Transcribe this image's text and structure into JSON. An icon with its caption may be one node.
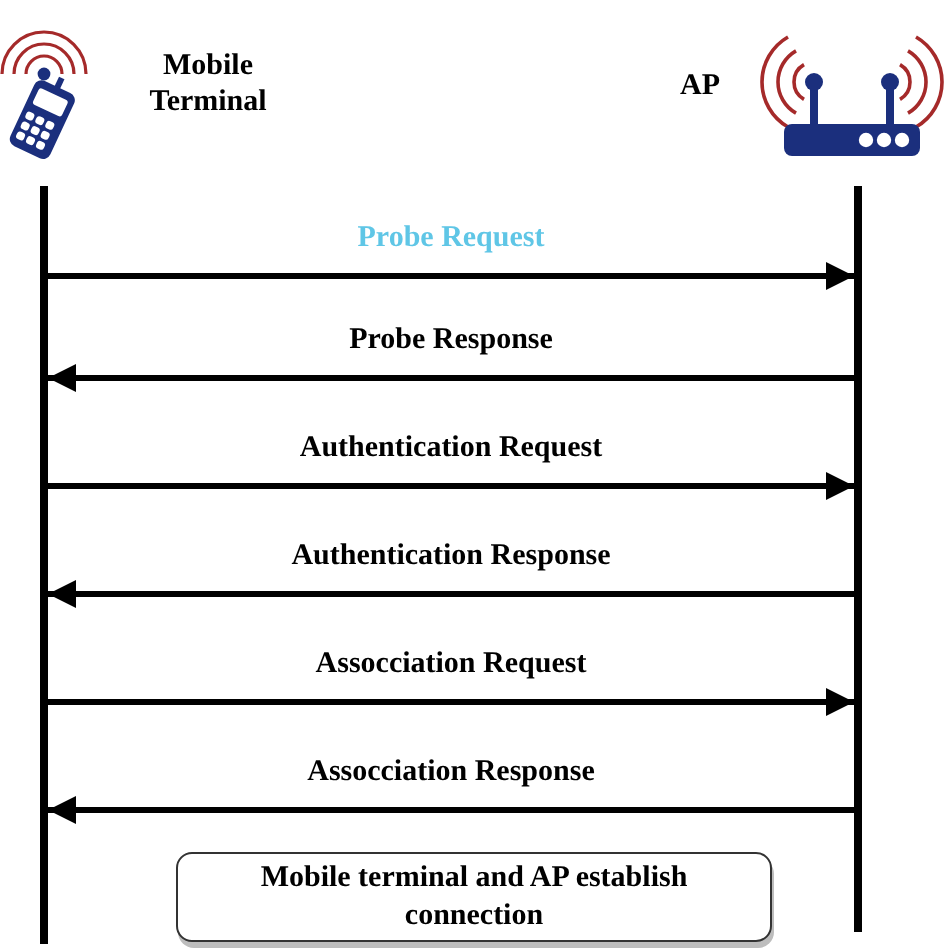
{
  "diagram": {
    "nodes": [
      {
        "text": [
          "Mobile Terminal"
        ]
      },
      {
        "text": [
          "AP"
        ]
      },
      {
        "text": [],
        "shape": "line"
      },
      {
        "text": [],
        "shape": "line"
      },
      {
        "text": [
          "Mobile terminal and AP establish connection"
        ]
      }
    ],
    "edges": [
      {
        "from": 2,
        "to": 3,
        "arrow": "to",
        "label": "Probe Request"
      },
      {
        "from": 3,
        "to": 2,
        "arrow": "to",
        "label": "Probe Response"
      },
      {
        "from": 2,
        "to": 3,
        "arrow": "to",
        "label": "Authentication Request"
      },
      {
        "from": 3,
        "to": 2,
        "arrow": "to",
        "label": "Authentication Response"
      },
      {
        "from": 2,
        "to": 3,
        "arrow": "to",
        "label": "Assocciation Request"
      },
      {
        "from": 3,
        "to": 2,
        "arrow": "to",
        "label": "Assocciation Response"
      }
    ]
  }
}
